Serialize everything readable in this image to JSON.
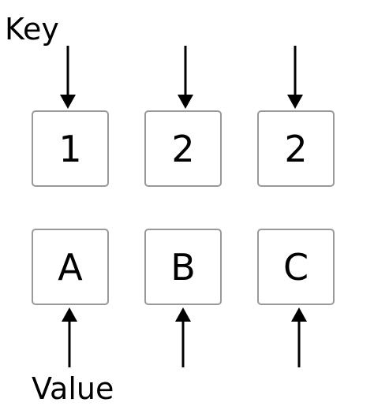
{
  "labels": {
    "key": "Key",
    "value": "Value"
  },
  "keys": [
    "1",
    "2",
    "2"
  ],
  "values": [
    "A",
    "B",
    "C"
  ],
  "colors": {
    "box_border": "#999999",
    "arrow": "#000000",
    "text": "#000000"
  }
}
